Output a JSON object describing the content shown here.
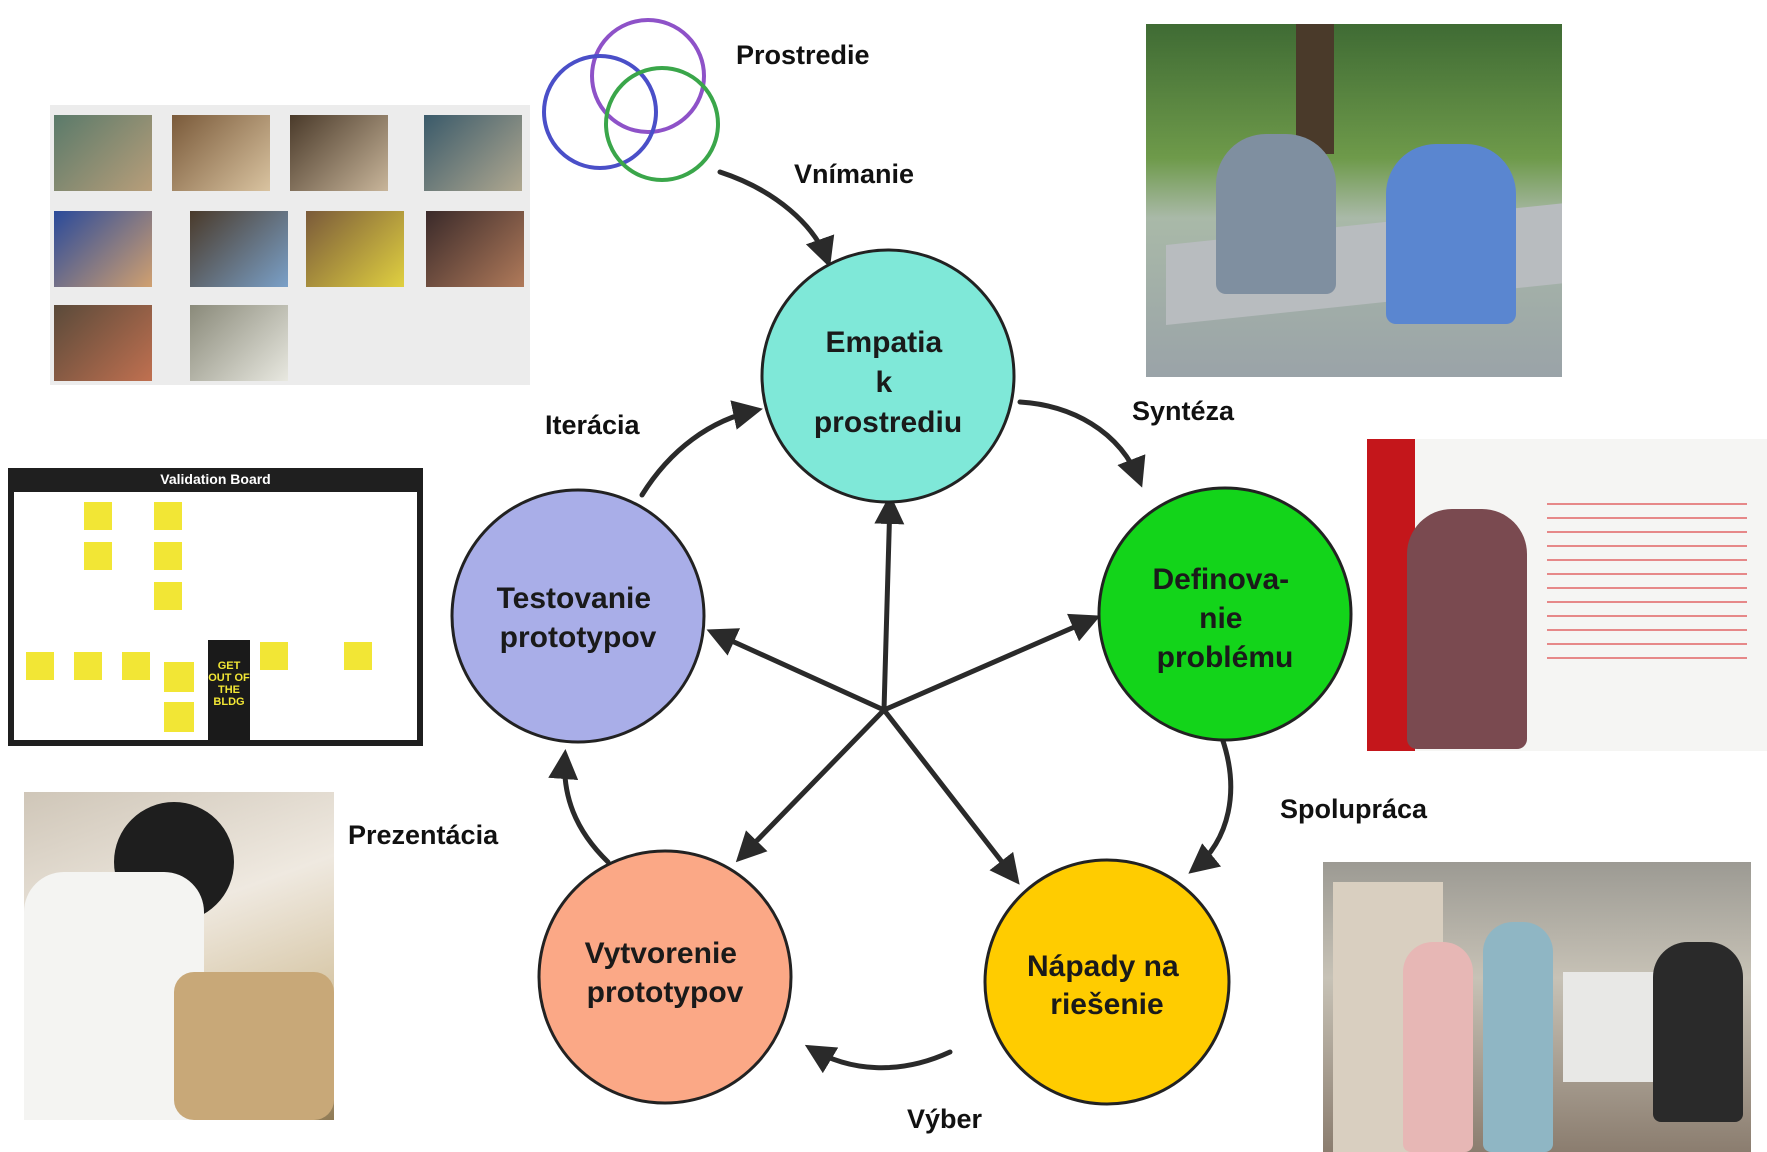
{
  "nodes": {
    "empatia": [
      "Empatia",
      "k",
      "prostrediu"
    ],
    "definovanie": [
      "Definova-",
      "nie",
      "problému"
    ],
    "napady": [
      "Nápady na",
      "riešenie"
    ],
    "vytvorenie": [
      "Vytvorenie",
      "prototypov"
    ],
    "testovanie": [
      "Testovanie",
      "prototypov"
    ]
  },
  "edge_labels": {
    "prostredie": "Prostredie",
    "vnimanie": "Vnímanie",
    "synteza": "Syntéza",
    "spolupraca": "Spolupráca",
    "vyber": "Výber",
    "prezentacia": "Prezentácia",
    "iteracia": "Iterácia"
  },
  "validation_board": {
    "title": "Validation Board",
    "side_text": "GET OUT OF THE BLDG"
  },
  "colors": {
    "empatia": "#7fe8d8",
    "definovanie": "#13d41a",
    "napady": "#ffcc00",
    "vytvorenie": "#fba886",
    "testovanie": "#a9aee8",
    "venn": [
      "#8e52c8",
      "#4a4fc8",
      "#3aa64a"
    ]
  }
}
